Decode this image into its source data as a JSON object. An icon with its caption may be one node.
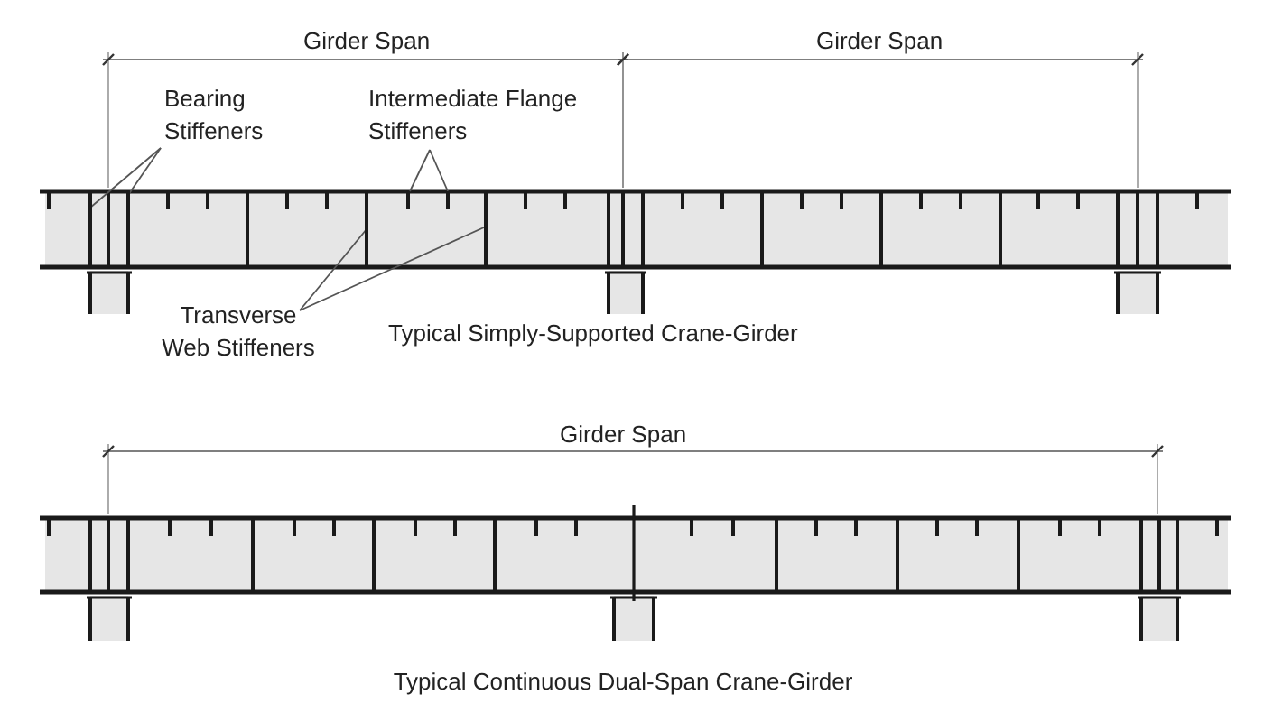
{
  "diagram": {
    "nodes": [
      {
        "text": [
          "Bearing Stiffeners"
        ]
      },
      {
        "text": [
          "Intermediate Flange Stiffeners"
        ]
      },
      {
        "text": [],
        "shape": "bar"
      },
      {
        "text": [],
        "shape": "bar"
      },
      {
        "text": [],
        "shape": "bar"
      },
      {
        "text": [],
        "shape": "bar"
      },
      {
        "text": [
          "Transverse Web Stiffeners"
        ]
      },
      {
        "text": [],
        "shape": "bar"
      },
      {
        "text": [],
        "shape": "bar"
      }
    ],
    "edges": [
      {
        "from": 0,
        "to": 2,
        "arrow": "none"
      },
      {
        "from": 0,
        "to": 3,
        "arrow": "none"
      },
      {
        "from": 1,
        "to": 4,
        "arrow": "none"
      },
      {
        "from": 1,
        "to": 5,
        "arrow": "none"
      },
      {
        "from": 6,
        "to": 7,
        "arrow": "none"
      },
      {
        "from": 6,
        "to": 8,
        "arrow": "none"
      }
    ],
    "labels": [
      "Girder Span",
      "Girder Span",
      "Typical Simply-Supported Crane-Girder",
      "Girder Span",
      "Typical Continuous Dual-Span Crane-Girder"
    ]
  }
}
